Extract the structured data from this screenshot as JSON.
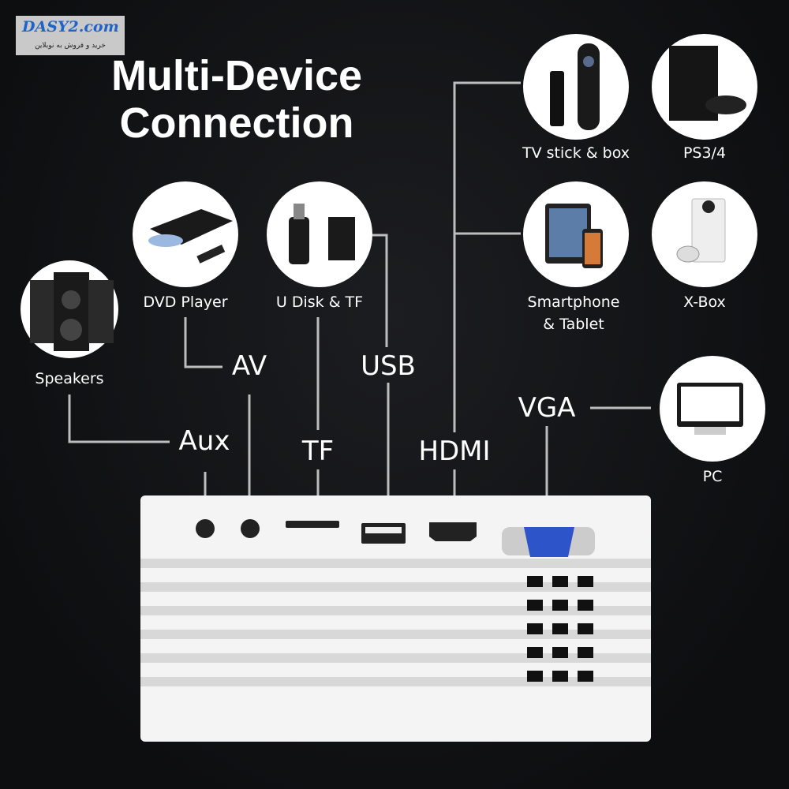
{
  "logo": {
    "brand": "DASY2.com",
    "tagline": "خرید و فروش به نوبلاین"
  },
  "title": {
    "line1": "Multi-Device",
    "line2": "Connection"
  },
  "devices": {
    "tv_stick": "TV stick & box",
    "ps": "PS3/4",
    "smartphone_1": "Smartphone",
    "smartphone_2": "& Tablet",
    "xbox": "X-Box",
    "pc": "PC",
    "dvd": "DVD Player",
    "udisk": "U Disk & TF",
    "speakers": "Speakers"
  },
  "ports": {
    "av": "AV",
    "usb": "USB",
    "vga": "VGA",
    "aux": "Aux",
    "tf": "TF",
    "hdmi": "HDMI"
  },
  "colors": {
    "background": "#111214",
    "line": "#bdbdbd",
    "projector": "#ffffff",
    "vga_port": "#2d54c8"
  }
}
